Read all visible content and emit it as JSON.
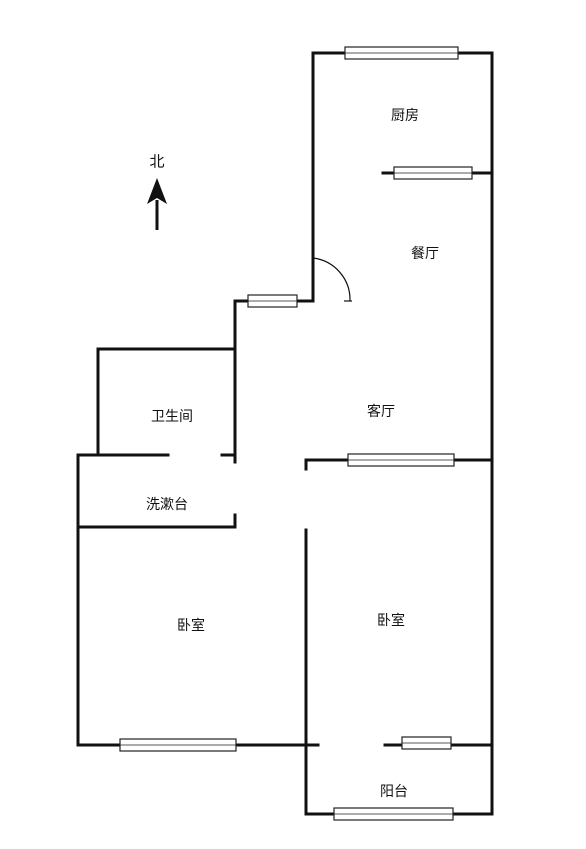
{
  "compass": {
    "label": "北"
  },
  "rooms": {
    "kitchen": "厨房",
    "dining": "餐厅",
    "living": "客厅",
    "bathroom": "卫生间",
    "washbasin": "洗漱台",
    "bedroom_left": "卧室",
    "bedroom_right": "卧室",
    "balcony": "阳台"
  }
}
